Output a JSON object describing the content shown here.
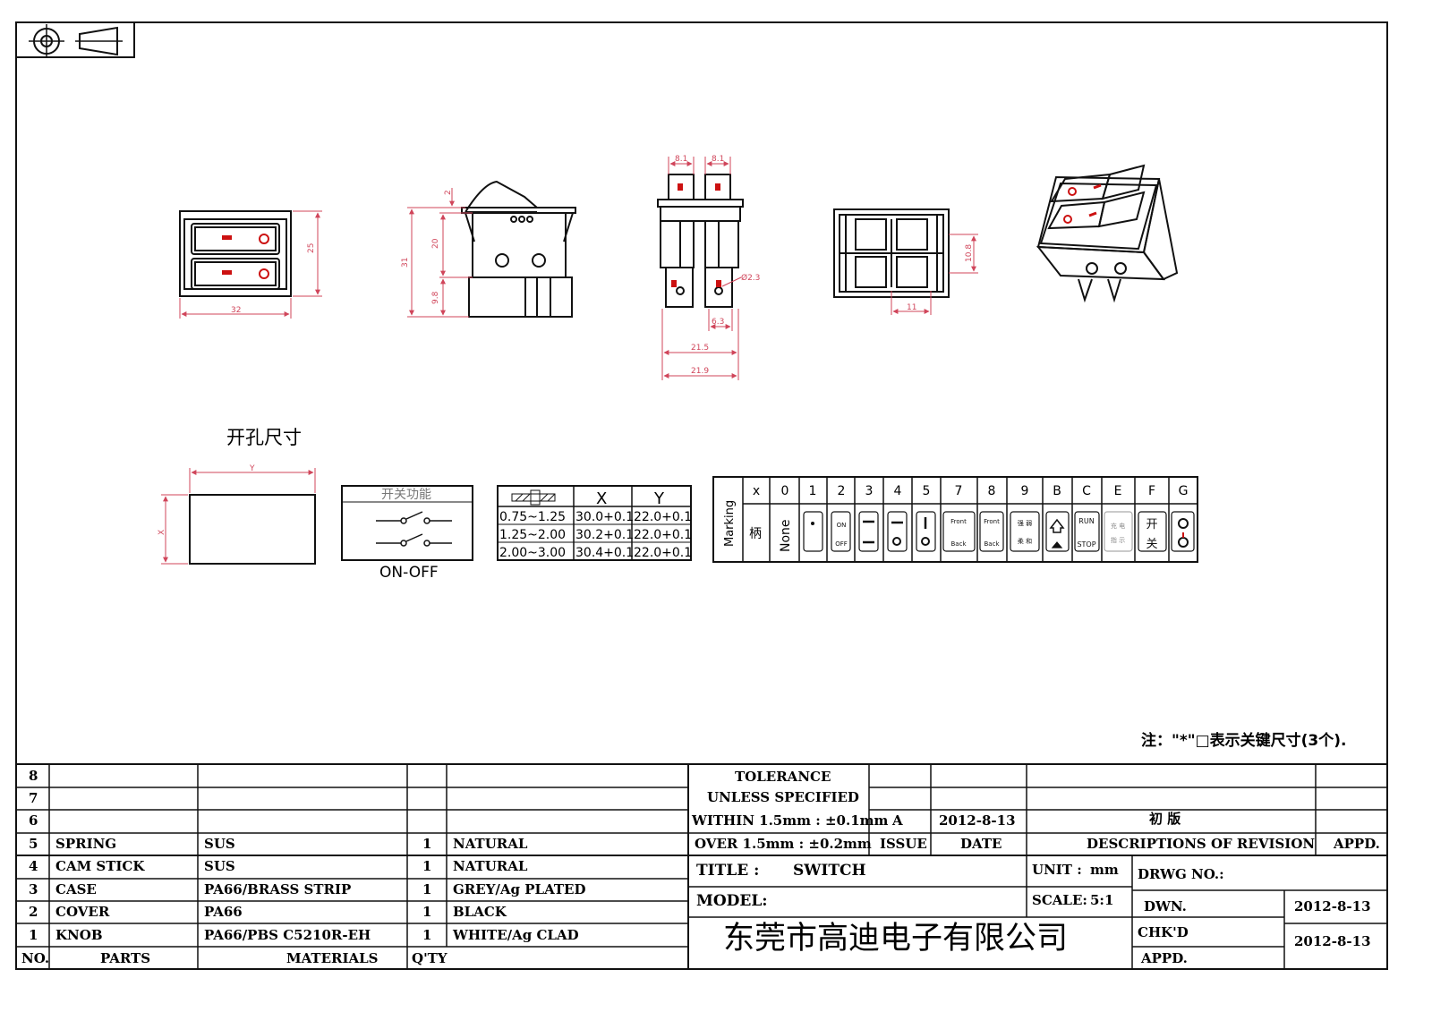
{
  "dims": {
    "front_height": "25",
    "front_width": "32",
    "side_knob": "2",
    "side_height": "31",
    "side_body": "20",
    "side_terminal": "9.8",
    "top_w1": "8.1",
    "top_w2": "8.1",
    "hole_dia": "Ø2.3",
    "term_w": "6.3",
    "base_w1": "21.5",
    "base_w2": "21.9",
    "bottom_h": "10.8",
    "bottom_w": "11"
  },
  "cutout": {
    "title": "开孔尺寸",
    "x_label": "X",
    "y_label": "Y",
    "function_title": "开关功能",
    "function_name": "ON-OFF",
    "table_headers": [
      "X",
      "Y"
    ],
    "table_rows": [
      [
        "0.75~1.25",
        "30.0+0.1",
        "22.0+0.1"
      ],
      [
        "1.25~2.00",
        "30.2+0.1",
        "22.0+0.1"
      ],
      [
        "2.00~3.00",
        "30.4+0.1",
        "22.0+0.1"
      ]
    ]
  },
  "marking": {
    "label": "Marking",
    "headers": [
      "x",
      "0",
      "1",
      "2",
      "3",
      "4",
      "5",
      "7",
      "8",
      "9",
      "B",
      "C",
      "E",
      "F",
      "G"
    ],
    "row": [
      "柄",
      "None",
      "•",
      "ON/OFF",
      "=",
      "-o",
      "|o",
      "Front/Back",
      "Front/Back",
      "强 弱/柔 和",
      "house",
      "RUN/STOP",
      "充 电/指 示",
      "开/关",
      "power"
    ],
    "sym": {
      "on": "ON",
      "off": "OFF",
      "front": "Front",
      "back": "Back",
      "strong": "强 弱",
      "soft": "柔 和",
      "run": "RUN",
      "stop": "STOP",
      "charge": "充 电",
      "indicate": "指 示",
      "open": "开",
      "close": "关"
    }
  },
  "note": "注：\"*\"□表示关键尺寸(3个).",
  "parts": [
    {
      "no": "8",
      "part": "",
      "material": "",
      "qty": "",
      "finish": ""
    },
    {
      "no": "7",
      "part": "",
      "material": "",
      "qty": "",
      "finish": ""
    },
    {
      "no": "6",
      "part": "",
      "material": "",
      "qty": "",
      "finish": ""
    },
    {
      "no": "5",
      "part": "SPRING",
      "material": "SUS",
      "qty": "1",
      "finish": "NATURAL"
    },
    {
      "no": "4",
      "part": "CAM  STICK",
      "material": "SUS",
      "qty": "1",
      "finish": "NATURAL"
    },
    {
      "no": "3",
      "part": "CASE",
      "material": "PA66/BRASS  STRIP",
      "qty": "1",
      "finish": "GREY/Ag  PLATED"
    },
    {
      "no": "2",
      "part": "COVER",
      "material": "PA66",
      "qty": "1",
      "finish": "BLACK"
    },
    {
      "no": "1",
      "part": "KNOB",
      "material": "PA66/PBS  C5210R-EH",
      "qty": "1",
      "finish": "WHITE/Ag  CLAD"
    }
  ],
  "parts_header": {
    "no": "NO.",
    "parts": "PARTS",
    "materials": "MATERIALS",
    "qty": "Q'TY"
  },
  "title_block": {
    "tolerance_1": "TOLERANCE",
    "tolerance_2": "UNLESS   SPECIFIED",
    "within": "WITHIN  1.5mm  :  ±0.1mm",
    "over": "OVER  1.5mm  :  ±0.2mm",
    "issue_val": "A",
    "date_val": "2012-8-13",
    "rev_desc": "初  版",
    "issue": "ISSUE",
    "date": "DATE",
    "descriptions": "DESCRIPTIONS  OF  REVISION",
    "appd": "APPD.",
    "title_label": "TITLE  :",
    "title_value": "SWITCH",
    "unit_label": "UNIT  :",
    "unit_value": "mm",
    "drwg_no": "DRWG  NO.:",
    "model_label": "MODEL:",
    "scale_label": "SCALE:",
    "scale_value": "5:1",
    "dwn": "DWN.",
    "dwn_date": "2012-8-13",
    "chkd": "CHK'D",
    "chkd_date": "2012-8-13",
    "appd2": "APPD.",
    "company": "东莞市高迪电子有限公司"
  },
  "colors": {
    "line": "#111111",
    "dimension": "#d0455a",
    "lamp": "#cc1111"
  }
}
